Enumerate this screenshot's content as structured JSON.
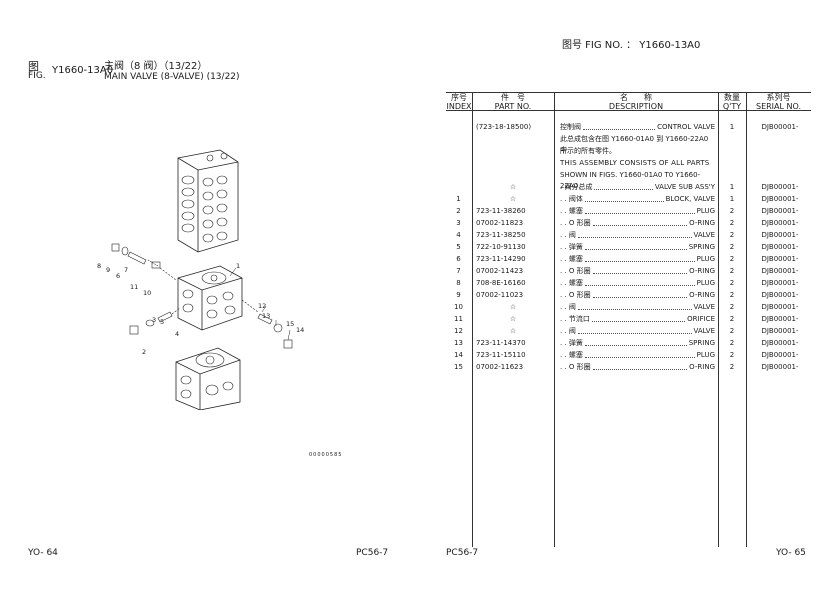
{
  "fig_no_top": "图号 FIG NO. ： Y1660-13A0",
  "left_header": {
    "fig_cn": "图",
    "fig_en": "FIG.",
    "fig_number": "Y1660-13A0",
    "title_cn": "主阀（8 阀）（13/22）",
    "title_en": "MAIN VALVE (8-VALVE) (13/22)"
  },
  "drawing": {
    "code": "00000585",
    "callouts": [
      "1",
      "2",
      "3",
      "4",
      "5",
      "6",
      "7",
      "8",
      "9",
      "10",
      "11",
      "12",
      "13",
      "14",
      "15"
    ]
  },
  "footer": {
    "left_page": "YO- 64",
    "left_model": "PC56-7",
    "right_model": "PC56-7",
    "right_page": "YO- 65"
  },
  "table": {
    "headers": {
      "index_cn": "序号",
      "index_en": "INDEX",
      "part_cn": "件　号",
      "part_en": "PART NO.",
      "desc_cn": "名　　称",
      "desc_en": "DESCRIPTION",
      "qty_cn": "数量",
      "qty_en": "Q'TY",
      "serial_cn": "系列号",
      "serial_en": "SERIAL NO."
    },
    "assembly": {
      "part": "(723-18-18500)",
      "cn": "控制阀",
      "en": "CONTROL VALVE",
      "qty": "1",
      "serial": "DJB00001-",
      "note_lines": [
        "此总成包含在图 Y1660-01A0 到 Y1660-22A0 中",
        "所示的所有零件。",
        "THIS ASSEMBLY CONSISTS OF ALL PARTS",
        "SHOWN IN FIGS. Y1660-01A0 T0 Y1660-22A0."
      ]
    },
    "rows": [
      {
        "index": "",
        "part": "☆",
        "cn": ". 阀分总成",
        "en": "VALVE SUB ASS'Y",
        "qty": "1",
        "serial": "DJB00001-"
      },
      {
        "index": "1",
        "part": "☆",
        "cn": ". . 阀体",
        "en": "BLOCK, VALVE",
        "qty": "1",
        "serial": "DJB00001-"
      },
      {
        "index": "2",
        "part": "723-11-38260",
        "cn": ". . 螺塞",
        "en": "PLUG",
        "qty": "2",
        "serial": "DJB00001-"
      },
      {
        "index": "3",
        "part": "07002-11823",
        "cn": ". . O 形圈",
        "en": "O-RING",
        "qty": "2",
        "serial": "DJB00001-"
      },
      {
        "index": "4",
        "part": "723-11-38250",
        "cn": ". . 阀",
        "en": "VALVE",
        "qty": "2",
        "serial": "DJB00001-"
      },
      {
        "index": "5",
        "part": "722-10-91130",
        "cn": ". . 弹簧",
        "en": "SPRING",
        "qty": "2",
        "serial": "DJB00001-"
      },
      {
        "index": "6",
        "part": "723-11-14290",
        "cn": ". . 螺塞",
        "en": "PLUG",
        "qty": "2",
        "serial": "DJB00001-"
      },
      {
        "index": "7",
        "part": "07002-11423",
        "cn": ". . O 形圈",
        "en": "O-RING",
        "qty": "2",
        "serial": "DJB00001-"
      },
      {
        "index": "8",
        "part": "708-8E-16160",
        "cn": ". . 螺塞",
        "en": "PLUG",
        "qty": "2",
        "serial": "DJB00001-"
      },
      {
        "index": "9",
        "part": "07002-11023",
        "cn": ". . O 形圈",
        "en": "O-RING",
        "qty": "2",
        "serial": "DJB00001-"
      },
      {
        "index": "10",
        "part": "☆",
        "cn": ". . 阀",
        "en": "VALVE",
        "qty": "2",
        "serial": "DJB00001-"
      },
      {
        "index": "11",
        "part": "☆",
        "cn": ". . 节流口",
        "en": "ORIFICE",
        "qty": "2",
        "serial": "DJB00001-"
      },
      {
        "index": "12",
        "part": "☆",
        "cn": ". . 阀",
        "en": "VALVE",
        "qty": "2",
        "serial": "DJB00001-"
      },
      {
        "index": "13",
        "part": "723-11-14370",
        "cn": ". . 弹簧",
        "en": "SPRING",
        "qty": "2",
        "serial": "DJB00001-"
      },
      {
        "index": "14",
        "part": "723-11-15110",
        "cn": ". . 螺塞",
        "en": "PLUG",
        "qty": "2",
        "serial": "DJB00001-"
      },
      {
        "index": "15",
        "part": "07002-11623",
        "cn": ". . O 形圈",
        "en": "O-RING",
        "qty": "2",
        "serial": "DJB00001-"
      }
    ]
  }
}
